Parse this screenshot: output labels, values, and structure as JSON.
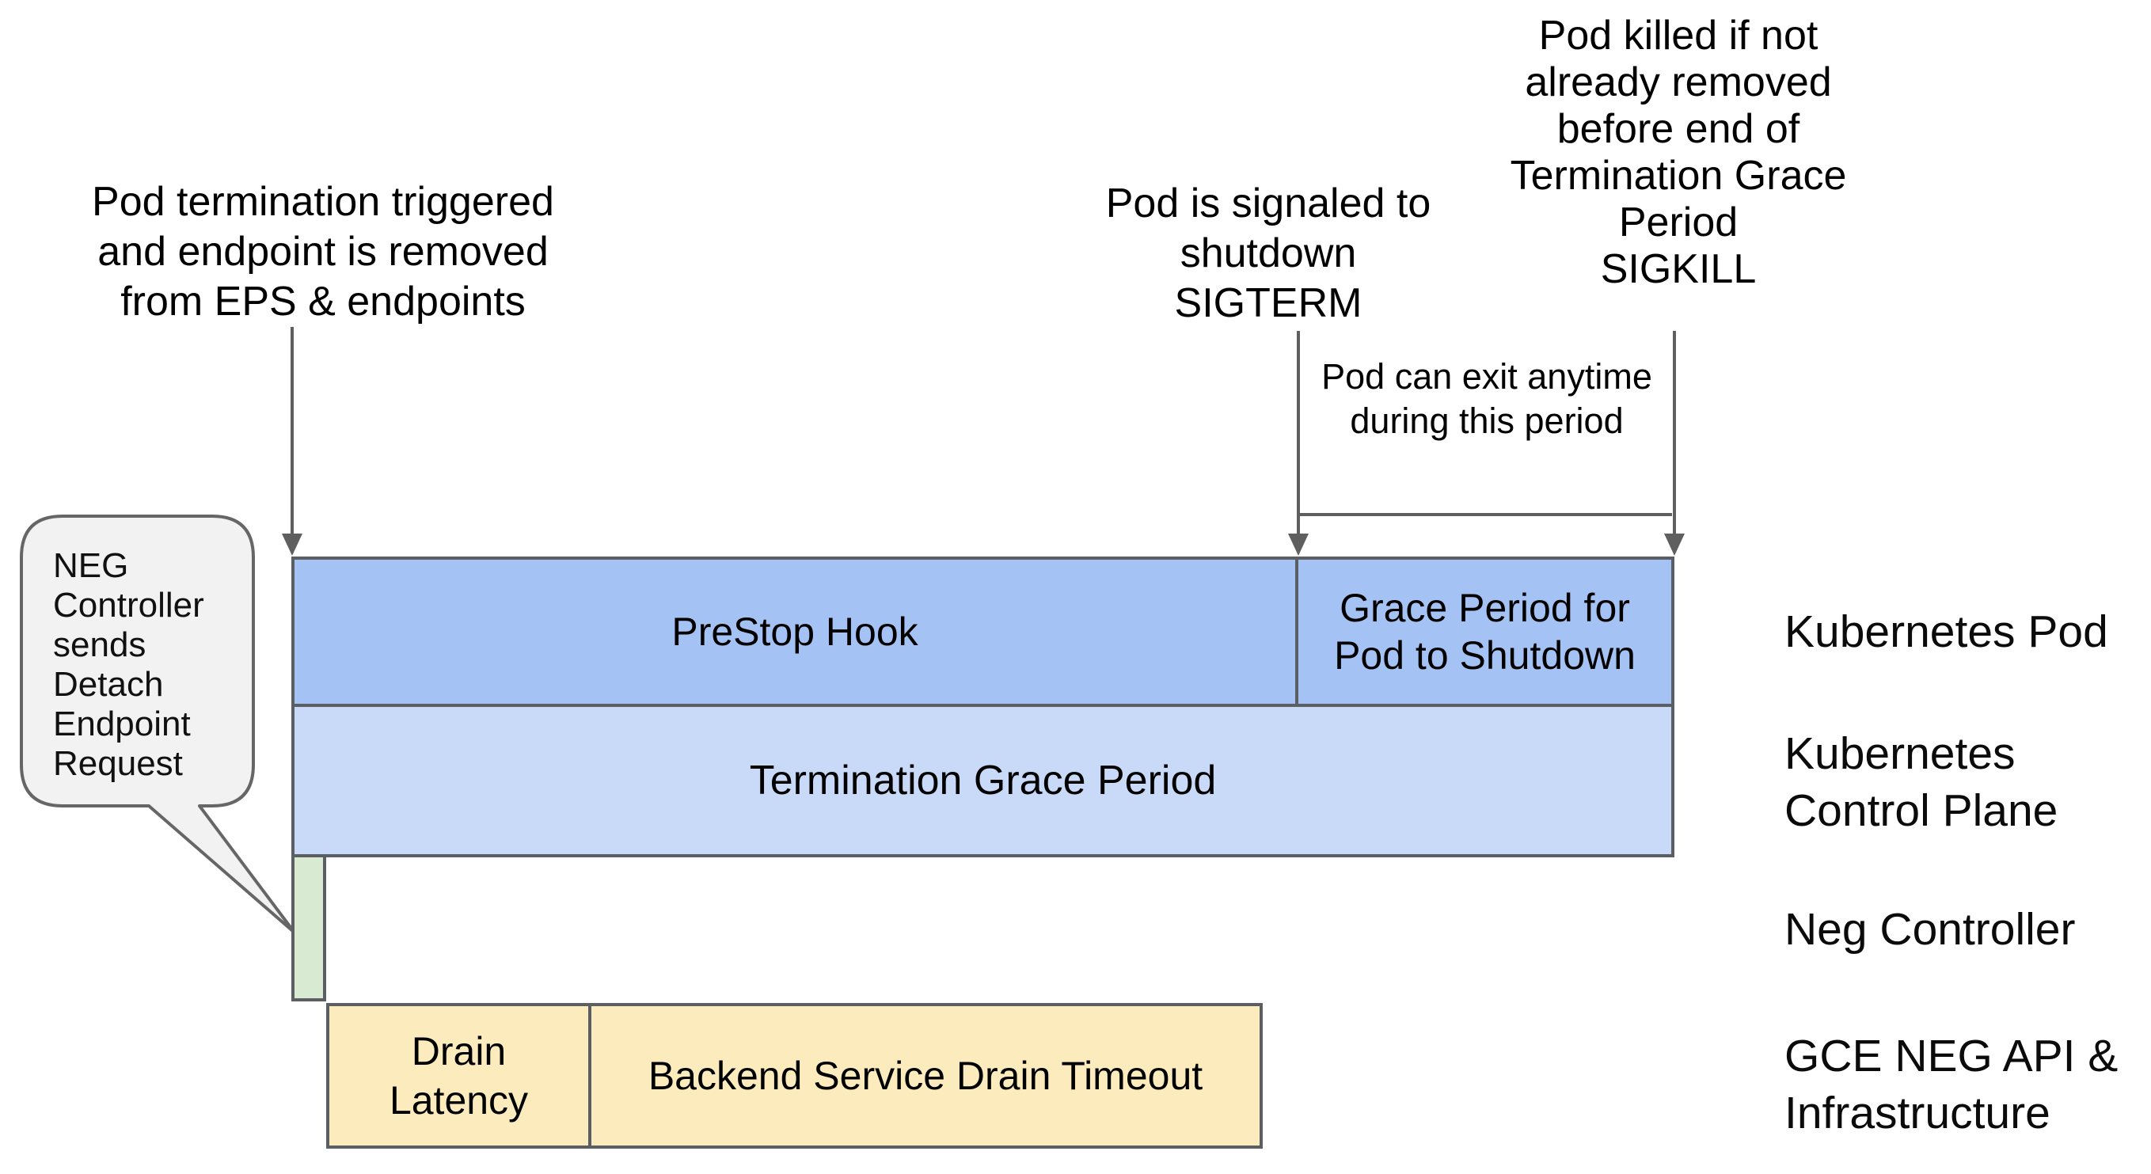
{
  "colors": {
    "bar_blue": "#a4c2f4",
    "bar_blue_light": "#c9daf8",
    "bar_green": "#d9ead3",
    "bar_yellow": "#fcecbd",
    "border_gray": "#5b5e63",
    "arrow_gray": "#5f5f5f",
    "bubble_fill": "#f2f2f2",
    "bubble_border": "#666666"
  },
  "annotations": {
    "pod_termination": {
      "lines": [
        "Pod termination triggered",
        "and endpoint is removed",
        "from EPS & endpoints"
      ]
    },
    "sigterm": {
      "lines": [
        "Pod is signaled to",
        "shutdown",
        "SIGTERM"
      ]
    },
    "sigkill": {
      "lines": [
        "Pod killed if not",
        "already removed",
        "before end of",
        "Termination Grace",
        "Period",
        "SIGKILL"
      ]
    },
    "pod_exit": {
      "lines": [
        "Pod can exit anytime",
        "during this period"
      ]
    }
  },
  "callout": {
    "lines": [
      "NEG",
      "Controller",
      "sends",
      "Detach",
      "Endpoint",
      "Request"
    ]
  },
  "bars": {
    "prestop": {
      "label": "PreStop Hook"
    },
    "grace_period": {
      "lines": [
        "Grace Period for",
        "Pod to Shutdown"
      ]
    },
    "termination": {
      "label": "Termination Grace Period"
    },
    "drain_latency": {
      "lines": [
        "Drain",
        "Latency"
      ]
    },
    "backend_drain": {
      "label": "Backend Service Drain Timeout"
    }
  },
  "row_labels": {
    "kubernetes_pod": {
      "lines": [
        "Kubernetes Pod"
      ]
    },
    "control_plane": {
      "lines": [
        "Kubernetes",
        "Control Plane"
      ]
    },
    "neg_controller": {
      "lines": [
        "Neg Controller"
      ]
    },
    "gce_neg": {
      "lines": [
        "GCE NEG API &",
        "Infrastructure"
      ]
    }
  }
}
